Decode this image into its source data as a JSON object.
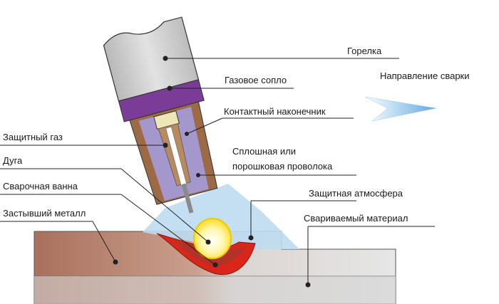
{
  "labels": {
    "torch": "Горелка",
    "gas_nozzle": "Газовое сопло",
    "direction": "Направление сварки",
    "contact_tip": "Контактный наконечник",
    "shielding_gas": "Защитный газ",
    "wire_line1": "Сплошная или",
    "wire_line2": "порошковая проволока",
    "arc": "Дуга",
    "weld_pool": "Сварочная ванна",
    "shield_atmosphere": "Защитная атмосфера",
    "solidified_metal": "Застывший металл",
    "base_material": "Свариваемый материал"
  },
  "colors": {
    "torch_body": "#c8c8c8",
    "nozzle": "#7a3c96",
    "gas_cavity": "#9b8bc7",
    "tip_body": "#9c6a45",
    "wire": "#8a8a8a",
    "shield_atmosphere": "#bcdcf0",
    "arc": "#fff27a",
    "weld_pool": "#d8261a",
    "weld_metal": "#8b3b2b",
    "base_left": "#b57d66",
    "base_right": "#e3e3e3",
    "direction_arrow": "#6fb4e8"
  }
}
